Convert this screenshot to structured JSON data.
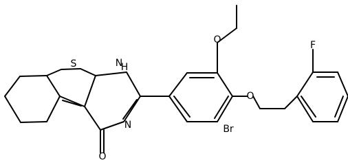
{
  "molecule": {
    "atom_labels": {
      "sulfur": "S",
      "nh": "H",
      "n1": "N",
      "n2": "N",
      "oxygen_carbonyl": "O",
      "oxygen_ethoxy": "O",
      "oxygen_benzyloxy": "O",
      "bromine": "Br",
      "fluorine": "F"
    }
  },
  "colors": {
    "bond": "#000000",
    "text": "#000000",
    "background": "#ffffff"
  }
}
